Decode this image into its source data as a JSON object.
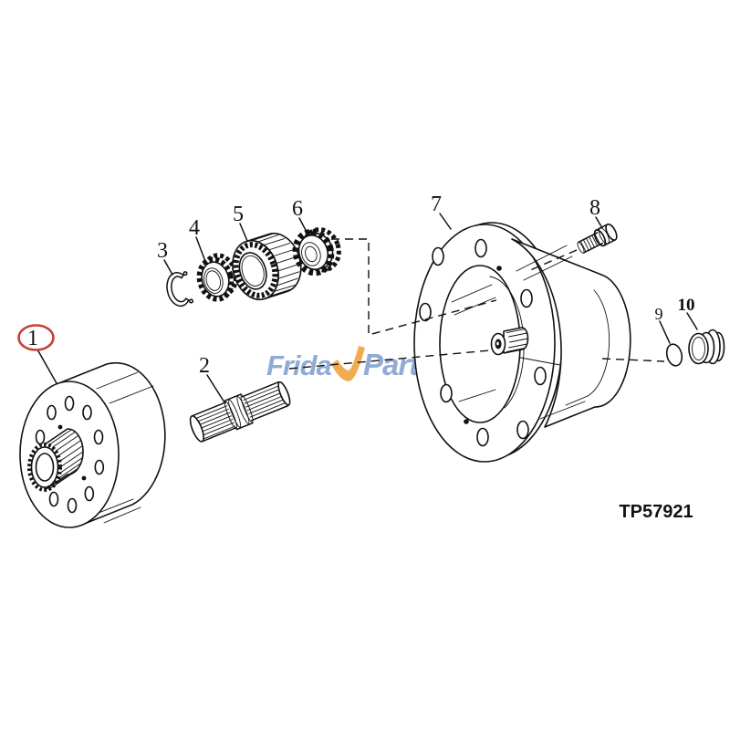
{
  "drawing": {
    "number": "TP57921",
    "highlight_color": "#c63f38",
    "line_color": "#111111",
    "callouts": [
      {
        "label": "1",
        "part": "planet-pinion-carrier",
        "highlighted": true
      },
      {
        "label": "2",
        "part": "sun-gear-shaft"
      },
      {
        "label": "3",
        "part": "snap-ring"
      },
      {
        "label": "4",
        "part": "toothed-washer"
      },
      {
        "label": "5",
        "part": "roller-bearing-cage"
      },
      {
        "label": "6",
        "part": "planet-pinion-gear"
      },
      {
        "label": "7",
        "part": "final-drive-housing"
      },
      {
        "label": "8",
        "part": "cap-screw"
      },
      {
        "label": "9",
        "part": "o-ring"
      },
      {
        "label": "10",
        "part": "plug-cap"
      }
    ]
  },
  "watermark": {
    "prefix": "Frida",
    "suffix": "Parts",
    "blue": "#7d9ccd",
    "orange": "#f1a33d"
  }
}
